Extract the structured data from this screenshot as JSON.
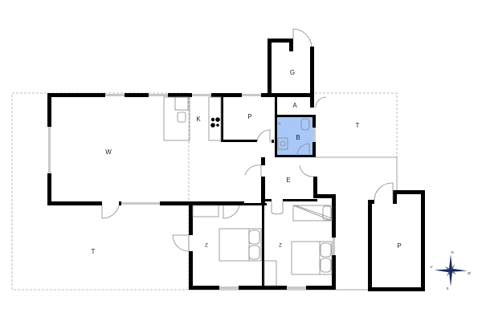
{
  "floor_plan": {
    "rooms": {
      "living": {
        "label": "W"
      },
      "kitchen": {
        "label": "K"
      },
      "utility": {
        "label": "P"
      },
      "garage_shed": {
        "label": "G"
      },
      "entry": {
        "label": "A"
      },
      "bathroom": {
        "label": "B",
        "color": "#a8c8f8"
      },
      "hall": {
        "label": "E"
      },
      "bedroom_1": {
        "label": "Z"
      },
      "bedroom_2": {
        "label": "Z"
      },
      "terrace_east": {
        "label": "T"
      },
      "terrace_south": {
        "label": "T"
      },
      "annex": {
        "label": "P"
      }
    },
    "compass": {
      "north": "N",
      "south": "S",
      "east": "Ø",
      "west": "V",
      "color": "#1a2a5a"
    }
  }
}
